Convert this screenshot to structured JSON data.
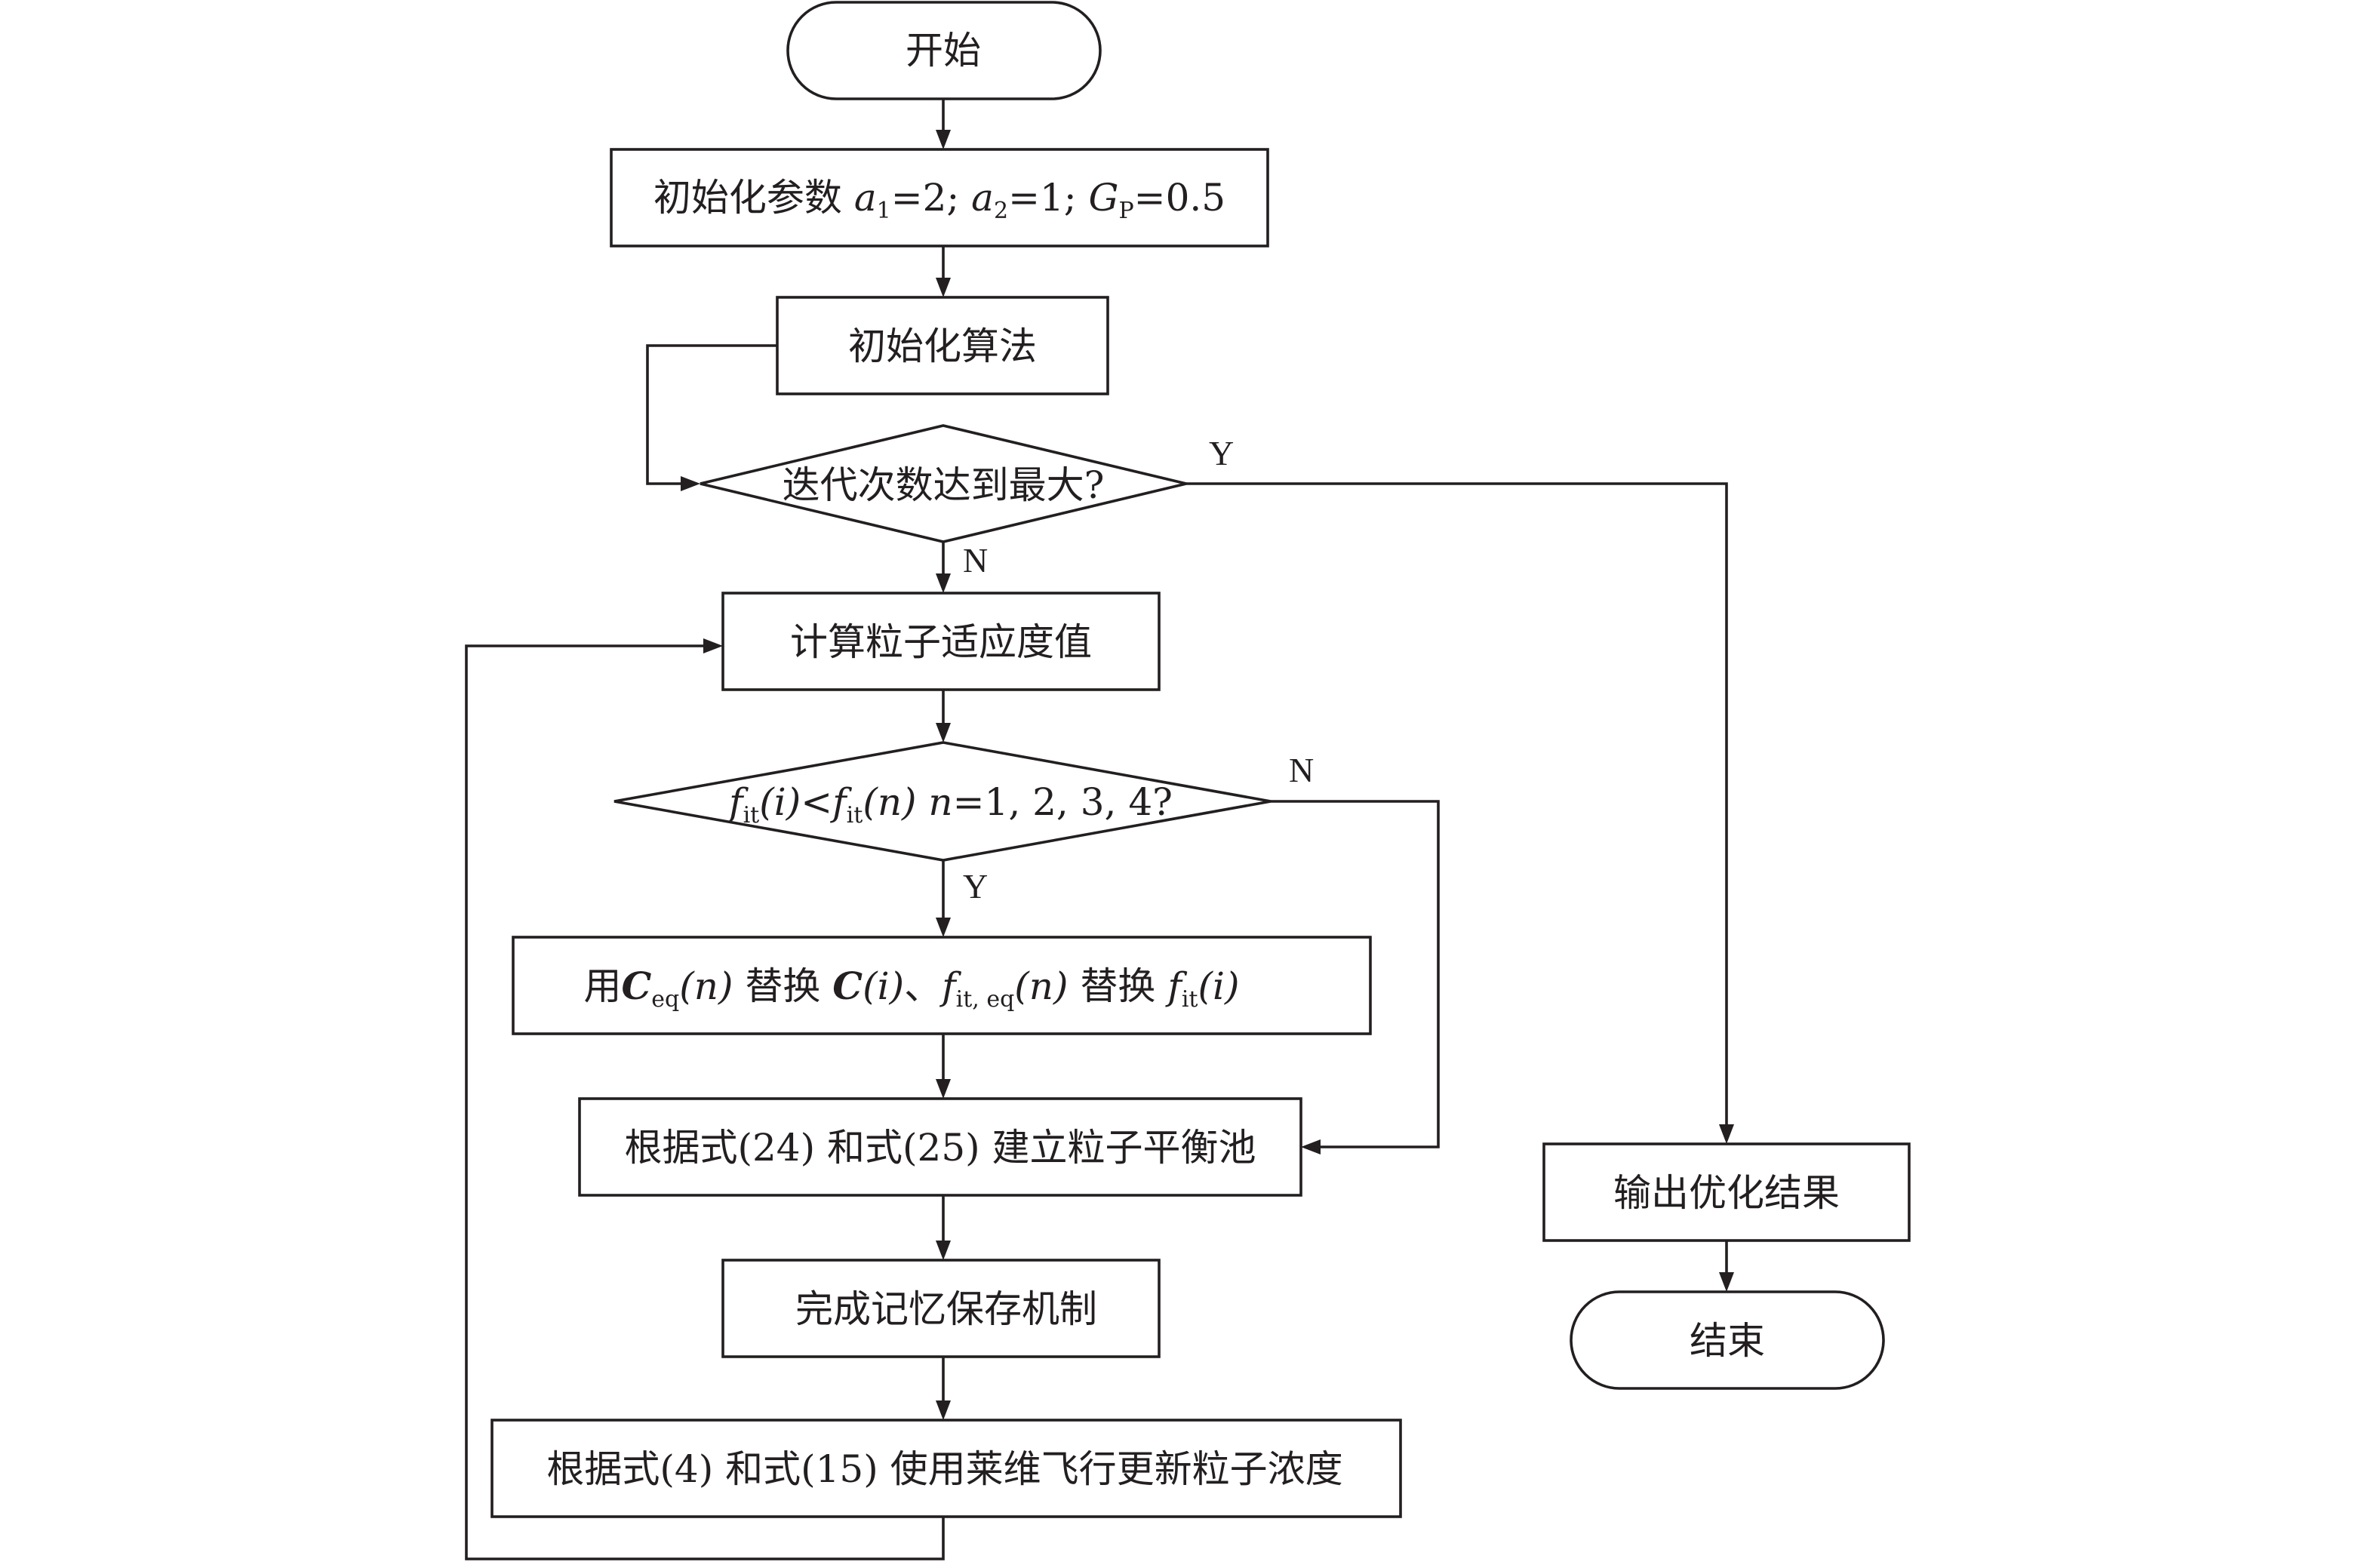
{
  "nodes": {
    "start": {
      "text": "开始"
    },
    "init_params": {
      "prefix": "初始化参数 ",
      "a": "a",
      "a1_sub": "1",
      "a1_val": "=2; ",
      "a2_sub": "2",
      "a2_val": "=1; ",
      "g": "G",
      "g_sub": "P",
      "g_val": "=0.5"
    },
    "init_algo": {
      "text": "初始化算法"
    },
    "max_iter": {
      "text": "迭代次数达到最大?"
    },
    "calc_fitness": {
      "text": "计算粒子适应度值"
    },
    "compare": {
      "f": "f",
      "f_sub": "it",
      "i_arg": "(i)",
      "lt": "<",
      "n_arg": "(n) ",
      "n": "n",
      "n_vals": "=1, 2, 3, 4?"
    },
    "replace": {
      "use": "用",
      "c": "C",
      "c_sub": "eq",
      "n_arg": "(n)",
      "replace1": " 替换 ",
      "c2": "C",
      "i_arg": "(i)",
      "sep": "、",
      "f": "f",
      "f_eq_sub": "it, eq",
      "n_arg2": "(n)",
      "replace2": " 替换 ",
      "f2": "f",
      "f_sub": "it",
      "i_arg2": "(i)"
    },
    "build_pool": {
      "text": "根据式(24) 和式(25) 建立粒子平衡池"
    },
    "memory": {
      "text": "完成记忆保存机制"
    },
    "levy": {
      "text": "根据式(4) 和式(15) 使用莱维飞行更新粒子浓度"
    },
    "output": {
      "text": "输出优化结果"
    },
    "end": {
      "text": "结束"
    }
  },
  "branch_labels": {
    "max_iter_yes": "Y",
    "max_iter_no": "N",
    "compare_no": "N",
    "compare_yes": "Y"
  }
}
